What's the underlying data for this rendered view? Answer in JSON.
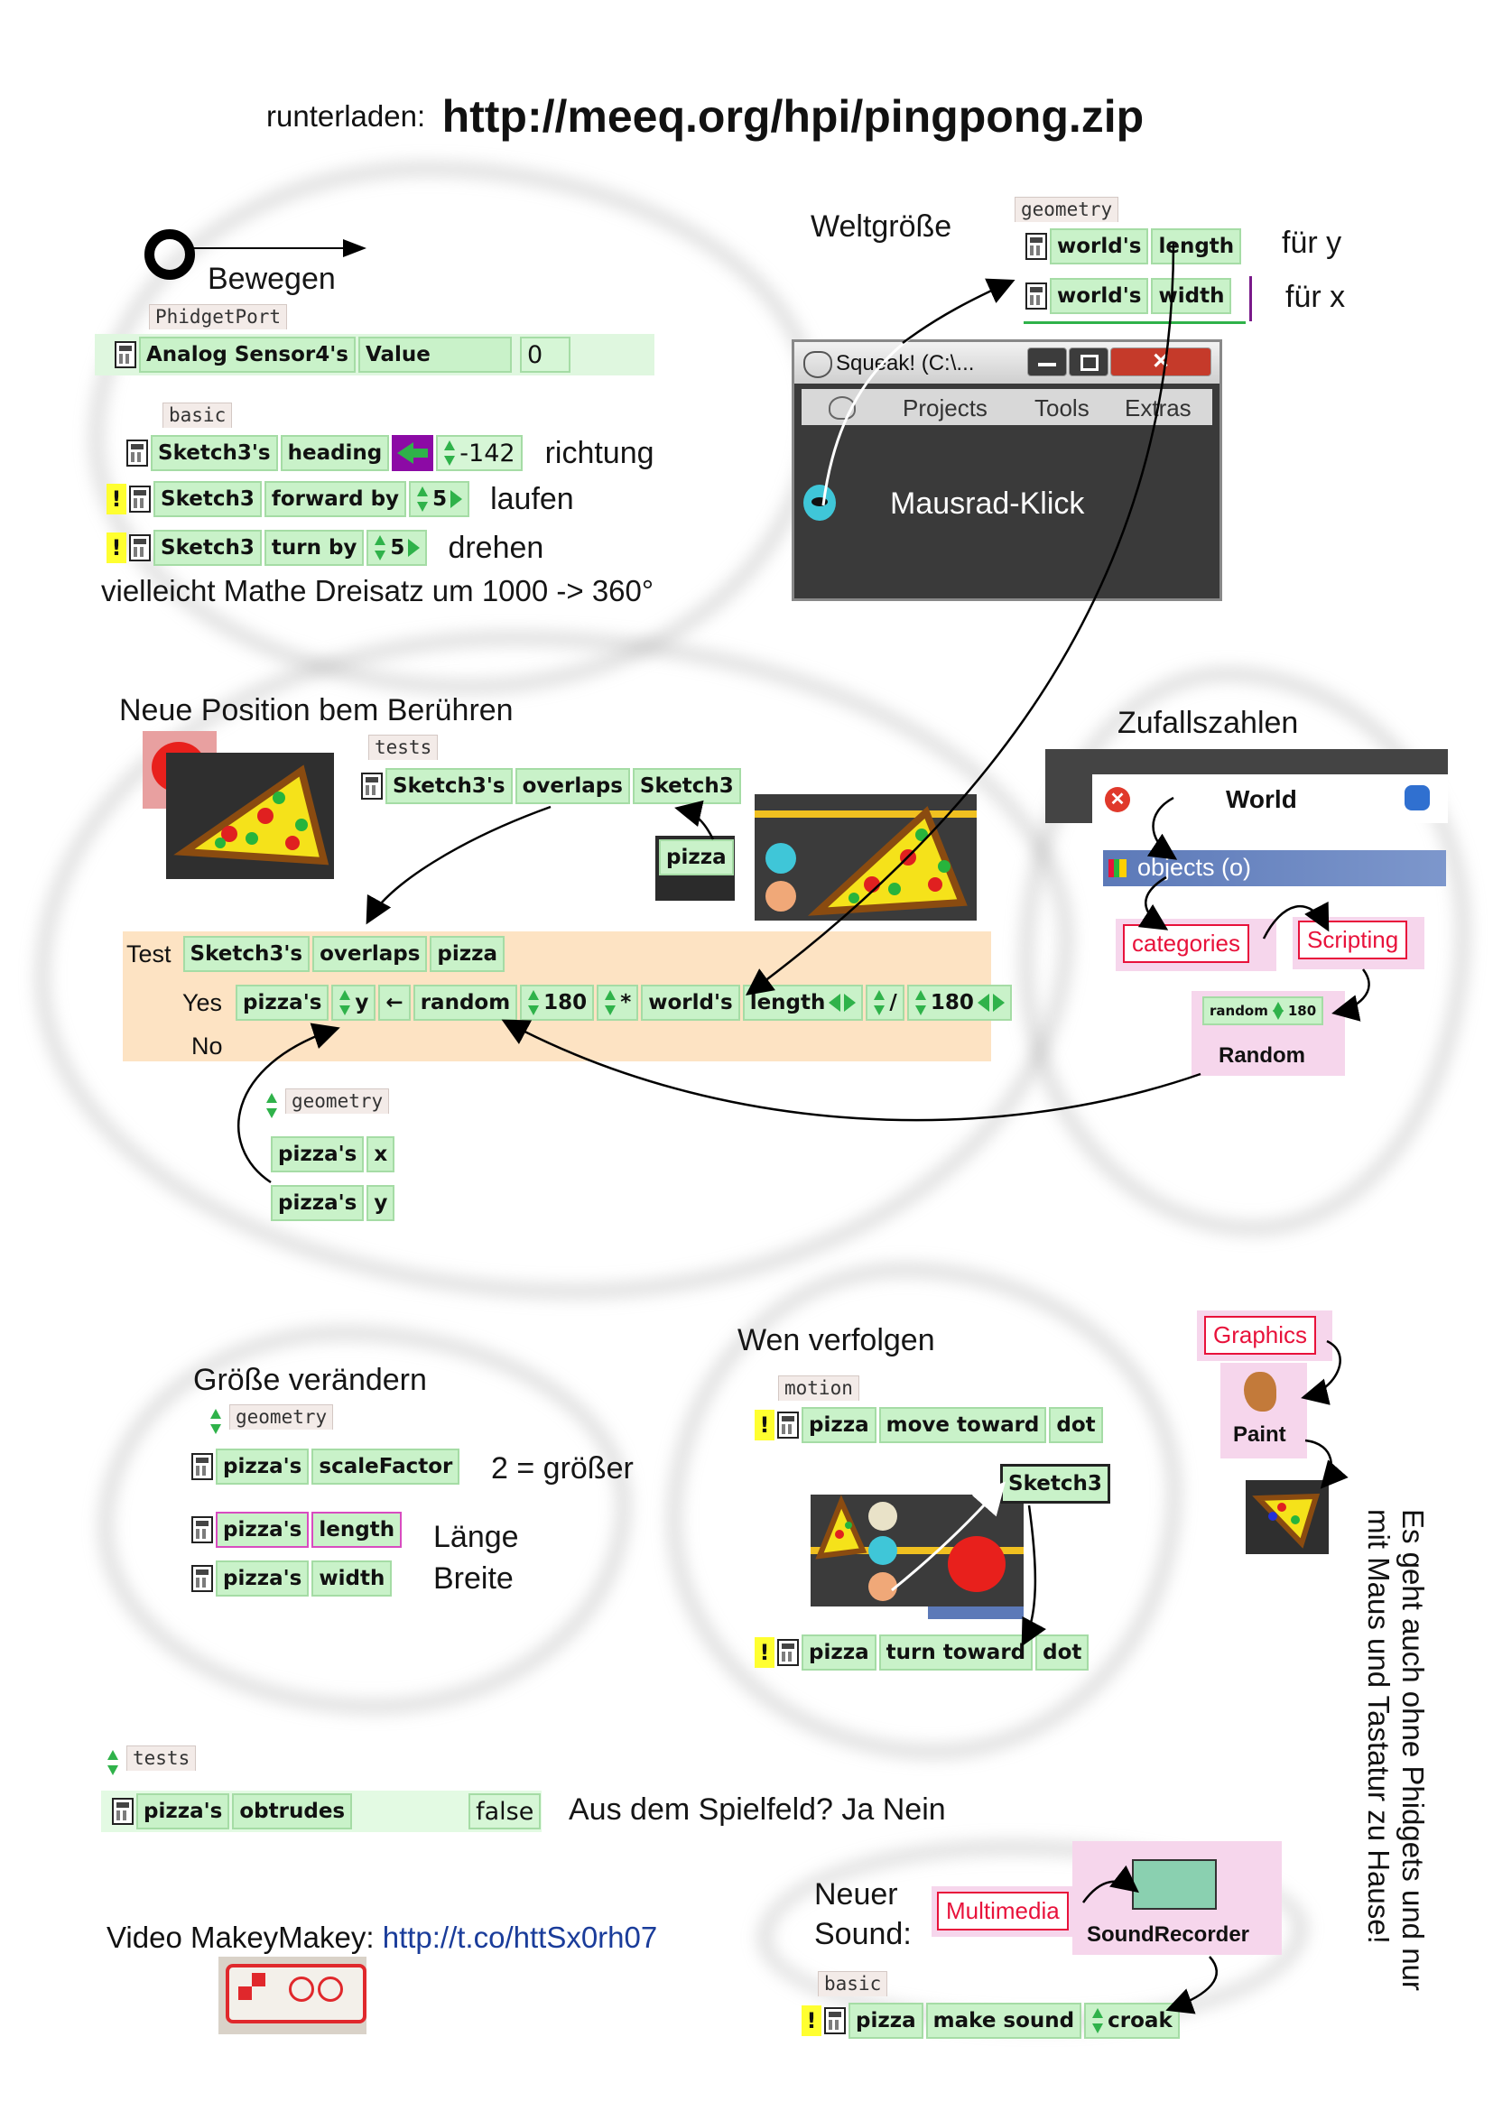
{
  "header": {
    "label": "runterladen:",
    "url": "http://meeq.org/hpi/pingpong.zip"
  },
  "colors": {
    "tile_green": "#c9f2c9",
    "heading_arrow_bg": "#8c0aa5",
    "heading_arrow": "#2fb24a",
    "test_bg": "#fde3c3",
    "flap_red": "#e8123b",
    "link_blue": "#1a3c9a",
    "squeak_dark": "#3a3a3a",
    "objects_bar": "#5c79b8"
  },
  "move": {
    "label": "Bewegen",
    "category": "PhidgetPort",
    "sensor_tile": "Analog Sensor4's",
    "value_tile": "Value",
    "value": "0",
    "basic_category": "basic",
    "heading_row": {
      "object": "Sketch3's",
      "slot": "heading",
      "value": "-142",
      "note": "richtung"
    },
    "forward_row": {
      "object": "Sketch3",
      "command": "forward by",
      "value": "5",
      "note": "laufen"
    },
    "turn_row": {
      "object": "Sketch3",
      "command": "turn by",
      "value": "5",
      "note": "drehen"
    },
    "hint": "vielleicht Mathe Dreisatz um 1000 -> 360°"
  },
  "world_size": {
    "label": "Weltgröße",
    "category": "geometry",
    "length_row": {
      "object": "world's",
      "slot": "length",
      "note": "für y"
    },
    "width_row": {
      "object": "world's",
      "slot": "width",
      "note": "für x"
    }
  },
  "squeak_window": {
    "title": "Squeak! (C:\\...",
    "menu": [
      "Projects",
      "Tools",
      "Extras"
    ],
    "caption": "Mausrad-Klick"
  },
  "new_position": {
    "label": "Neue Position bem Berühren",
    "category": "tests",
    "overlaps_row": {
      "object": "Sketch3's",
      "test": "overlaps",
      "target": "Sketch3"
    },
    "pizza_tile": "pizza",
    "test_block": {
      "test_label": "Test",
      "test_object": "Sketch3's",
      "test_slot": "overlaps",
      "test_target": "pizza",
      "yes_label": "Yes",
      "yes_tiles": [
        "pizza's",
        "y",
        "random",
        "180",
        "*",
        "world's",
        "length",
        "/",
        "180"
      ],
      "no_label": "No"
    },
    "geometry_category": "geometry",
    "x_row": {
      "object": "pizza's",
      "slot": "x"
    },
    "y_row": {
      "object": "pizza's",
      "slot": "y"
    }
  },
  "random": {
    "label": "Zufallszahlen",
    "world_title": "World",
    "objects_label": "objects (o)",
    "categories_flap": "categories",
    "scripting_flap": "Scripting",
    "random_tile": "random",
    "random_value": "180",
    "random_caption": "Random"
  },
  "resize": {
    "label": "Größe verändern",
    "category": "geometry",
    "scale_row": {
      "object": "pizza's",
      "slot": "scaleFactor",
      "note": "2 = größer"
    },
    "length_row": {
      "object": "pizza's",
      "slot": "length",
      "note": "Länge"
    },
    "width_row": {
      "object": "pizza's",
      "slot": "width",
      "note": "Breite"
    }
  },
  "follow": {
    "label": "Wen verfolgen",
    "category": "motion",
    "move_row": {
      "object": "pizza",
      "command": "move toward",
      "target": "dot"
    },
    "sketch_tile": "Sketch3",
    "turn_row": {
      "object": "pizza",
      "command": "turn toward",
      "target": "dot"
    }
  },
  "paint": {
    "graphics_flap": "Graphics",
    "paint_caption": "Paint"
  },
  "side_note": "Es geht auch ohne Phidgets und nur mit Maus und Tastatur zu Hause!",
  "obtrudes": {
    "category": "tests",
    "object": "pizza's",
    "slot": "obtrudes",
    "value": "false",
    "note": "Aus dem Spielfeld? Ja Nein"
  },
  "video": {
    "label": "Video MakeyMakey:",
    "url": "http://t.co/httSx0rh07"
  },
  "sound": {
    "label_line1": "Neuer",
    "label_line2": "Sound:",
    "multimedia_flap": "Multimedia",
    "recorder_caption": "SoundRecorder",
    "category": "basic",
    "row": {
      "object": "pizza",
      "command": "make sound",
      "value": "croak"
    }
  }
}
